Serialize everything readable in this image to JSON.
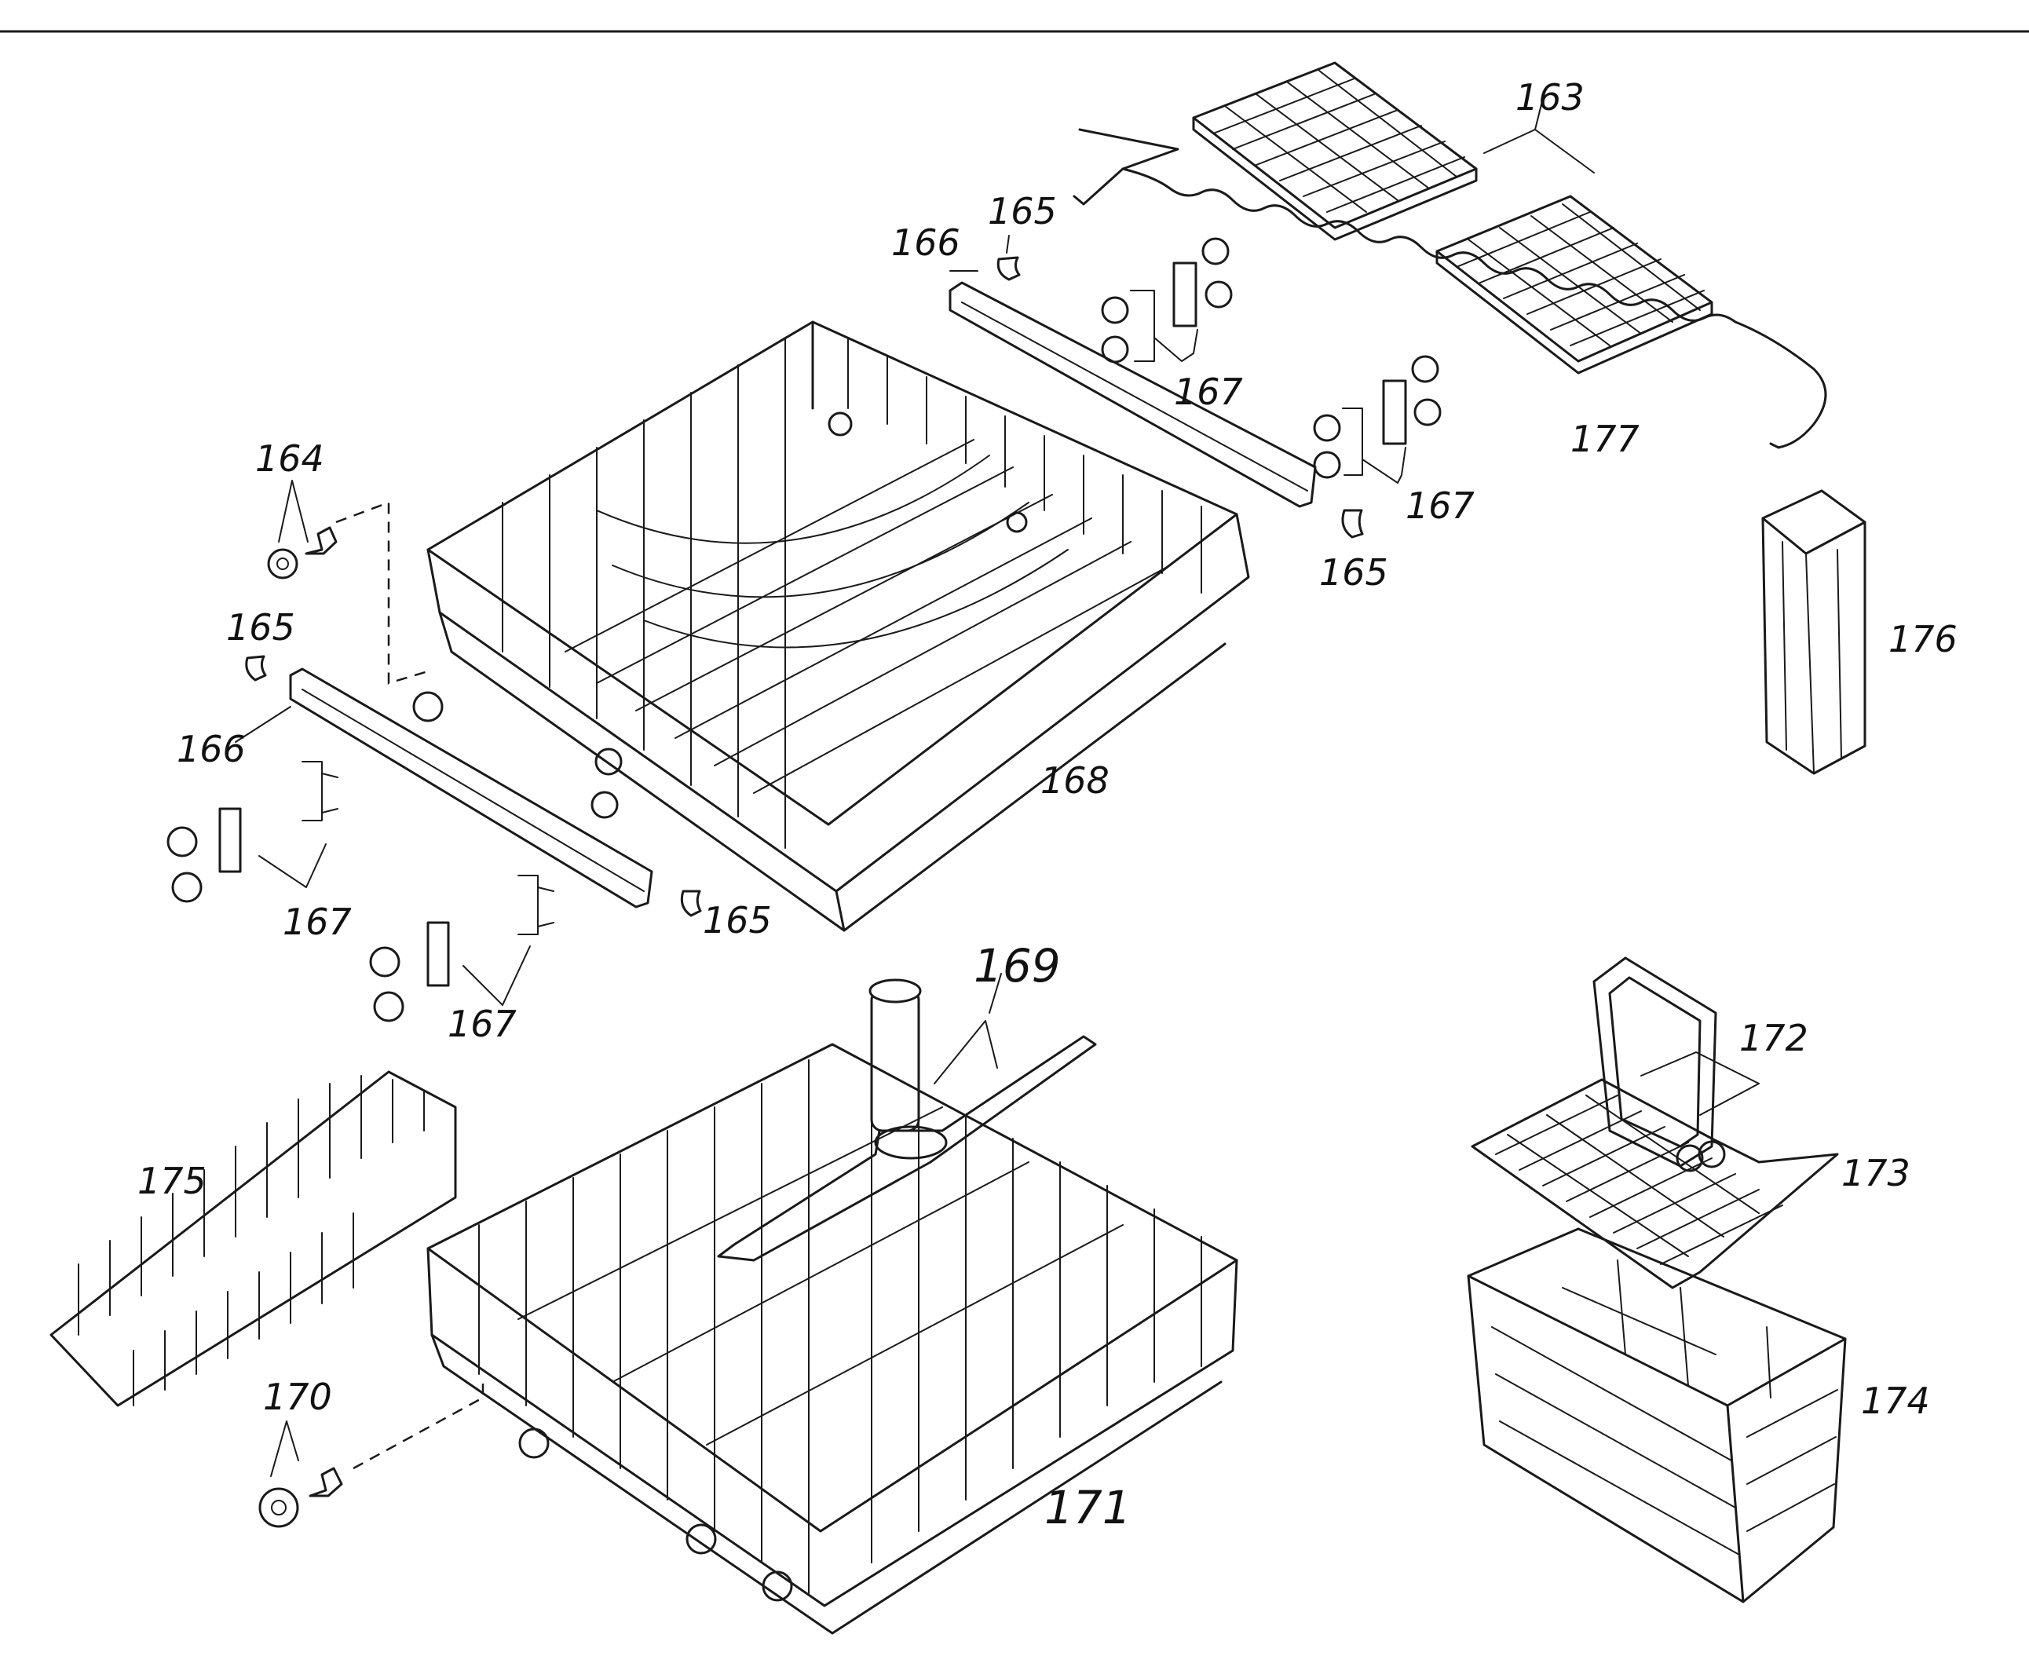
{
  "labels": {
    "l163": "163",
    "l164": "164",
    "l165a": "165",
    "l165b": "165",
    "l165c": "165",
    "l165d": "165",
    "l166a": "166",
    "l166b": "166",
    "l167a": "167",
    "l167b": "167",
    "l167c": "167",
    "l167d": "167",
    "l168": "168",
    "l169": "169",
    "l170": "170",
    "l171": "171",
    "l172": "172",
    "l173": "173",
    "l174": "174",
    "l175": "175",
    "l176": "176",
    "l177": "177"
  }
}
